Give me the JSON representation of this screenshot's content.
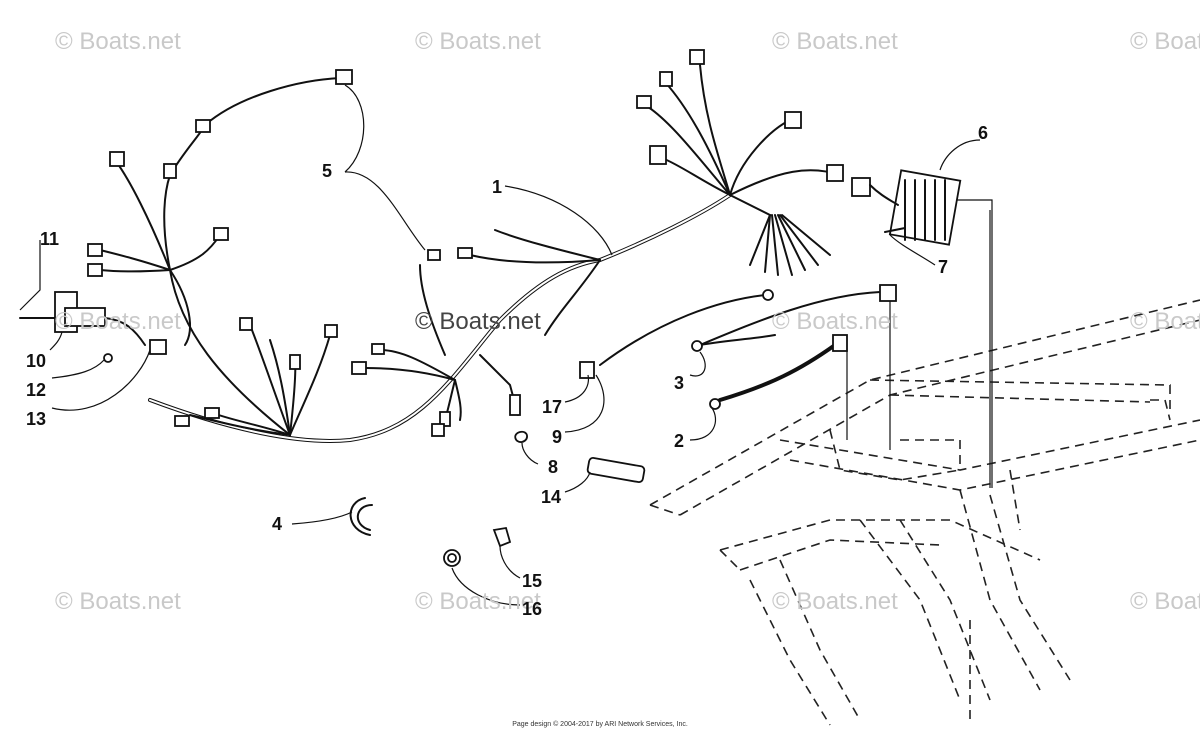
{
  "watermarks": {
    "text": "© Boats.net",
    "color": "#c9c9c9"
  },
  "callouts": {
    "c1": "1",
    "c2": "2",
    "c3": "3",
    "c4": "4",
    "c5": "5",
    "c6": "6",
    "c7": "7",
    "c8": "8",
    "c9": "9",
    "c10": "10",
    "c11": "11",
    "c12": "12",
    "c13": "13",
    "c14": "14",
    "c15": "15",
    "c16": "16",
    "c17": "17"
  },
  "footer": {
    "text": "Page design © 2004-2017 by ARI Network Services, Inc."
  }
}
